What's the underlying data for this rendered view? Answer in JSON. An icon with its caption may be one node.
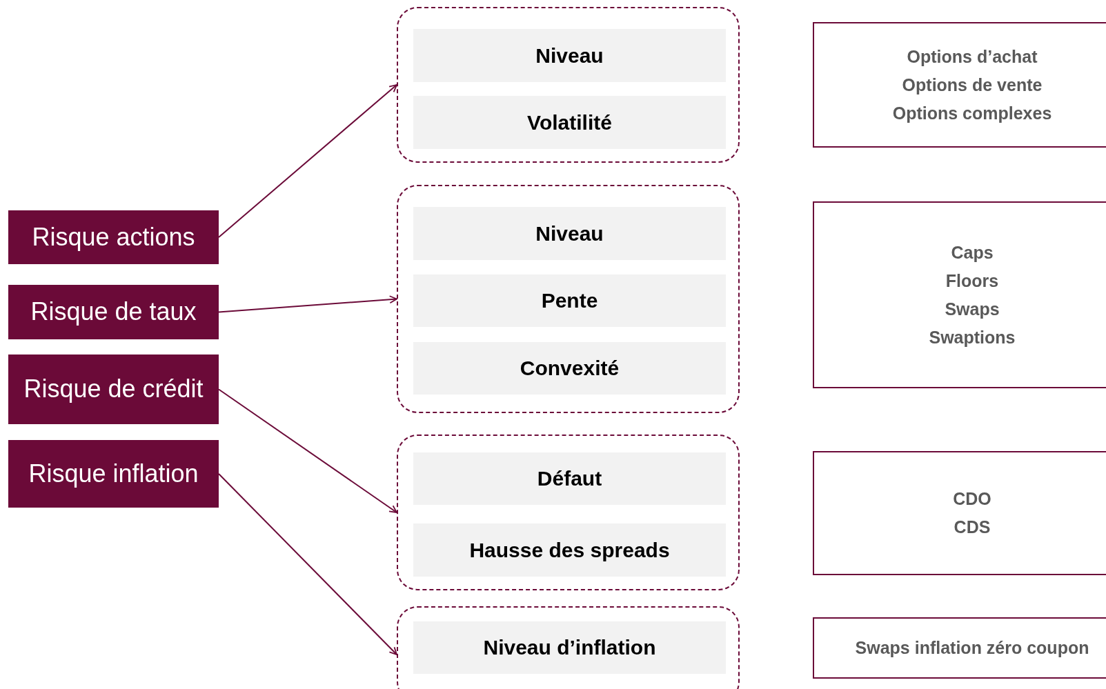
{
  "diagram": {
    "nodes": [
      {
        "text": [
          "Risque actions"
        ]
      },
      {
        "text": [
          "Risque de taux"
        ]
      },
      {
        "text": [
          "Risque de crédit"
        ]
      },
      {
        "text": [
          "Risque inflation"
        ]
      },
      {
        "text": [],
        "shape": "box"
      },
      {
        "text": [
          "Niveau"
        ],
        "in": 4
      },
      {
        "text": [
          "Volatilité"
        ],
        "in": 4
      },
      {
        "text": [],
        "shape": "box"
      },
      {
        "text": [
          "Niveau"
        ],
        "in": 7
      },
      {
        "text": [
          "Pente"
        ],
        "in": 7
      },
      {
        "text": [
          "Convexité"
        ],
        "in": 7
      },
      {
        "text": [],
        "shape": "box"
      },
      {
        "text": [
          "Défaut"
        ],
        "in": 11
      },
      {
        "text": [
          "Hausse des spreads"
        ],
        "in": 11
      },
      {
        "text": [],
        "shape": "box"
      },
      {
        "text": [
          "Niveau d’inflation"
        ],
        "in": 14
      },
      {
        "text": [
          "Options d’achat",
          "Options de vente",
          "Options complexes"
        ]
      },
      {
        "text": [
          "Caps",
          "Floors",
          "Swaps",
          "Swaptions"
        ]
      },
      {
        "text": [
          "CDO",
          "CDS"
        ]
      },
      {
        "text": [
          "Swaps inflation zéro coupon"
        ]
      }
    ],
    "edges": [
      {
        "from": 0,
        "to": 4,
        "arrow": "to"
      },
      {
        "from": 1,
        "to": 7,
        "arrow": "to"
      },
      {
        "from": 2,
        "to": 11,
        "arrow": "to"
      },
      {
        "from": 3,
        "to": 14,
        "arrow": "to"
      }
    ]
  }
}
